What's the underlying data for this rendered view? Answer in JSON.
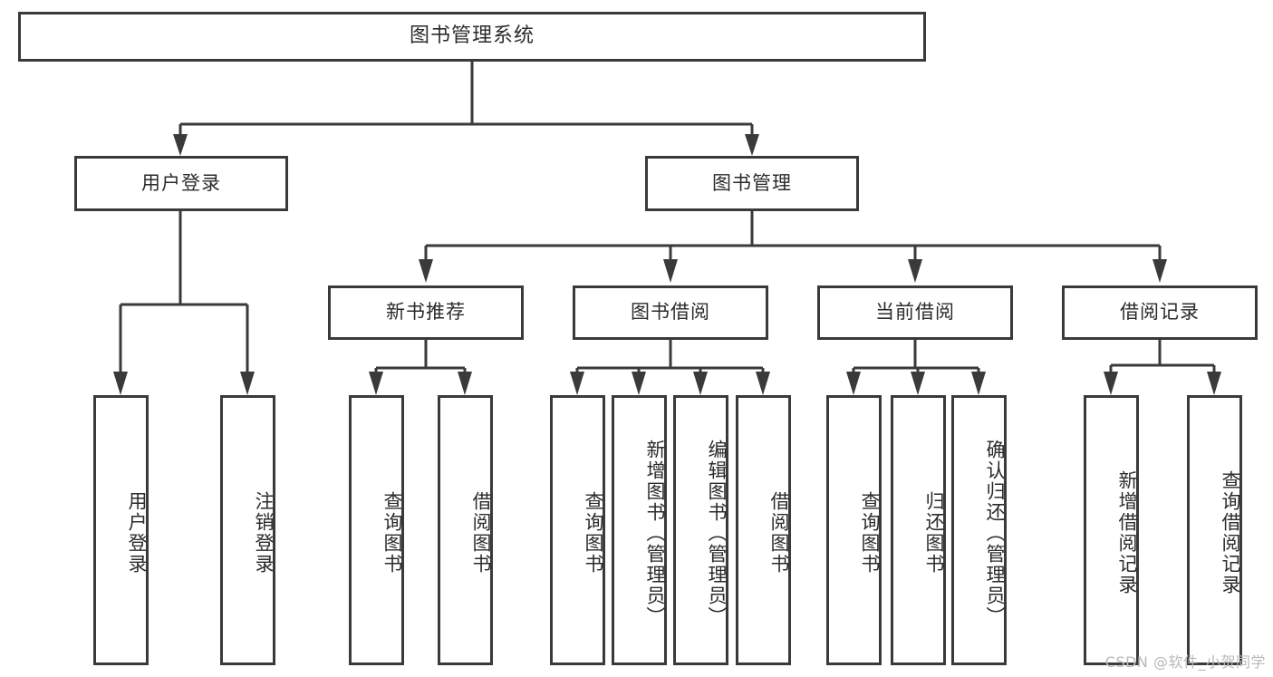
{
  "diagram": {
    "type": "tree",
    "title": "图书管理系统",
    "watermark": "CSDN @软件_小贺同学",
    "colors": {
      "stroke": "#3a3a3a",
      "fill": "#ffffff",
      "text": "#2b2b2b",
      "watermark": "#b9b9b9"
    },
    "nodes": {
      "root": {
        "label": "图书管理系统"
      },
      "level2": [
        {
          "label": "用户登录"
        },
        {
          "label": "图书管理"
        }
      ],
      "level3": [
        {
          "label": "新书推荐"
        },
        {
          "label": "图书借阅"
        },
        {
          "label": "当前借阅"
        },
        {
          "label": "借阅记录"
        }
      ],
      "leaves_user_login": [
        {
          "label": "用户登录"
        },
        {
          "label": "注销登录"
        }
      ],
      "leaves_new_books": [
        {
          "label": "查询图书"
        },
        {
          "label": "借阅图书"
        }
      ],
      "leaves_borrow": [
        {
          "label": "查询图书"
        },
        {
          "label": "新增图书（管理员）"
        },
        {
          "label": "编辑图书（管理员）"
        },
        {
          "label": "借阅图书"
        }
      ],
      "leaves_current": [
        {
          "label": "查询图书"
        },
        {
          "label": "归还图书"
        },
        {
          "label": "确认归还（管理员）"
        }
      ],
      "leaves_records": [
        {
          "label": "新增借阅记录"
        },
        {
          "label": "查询借阅记录"
        }
      ]
    }
  }
}
